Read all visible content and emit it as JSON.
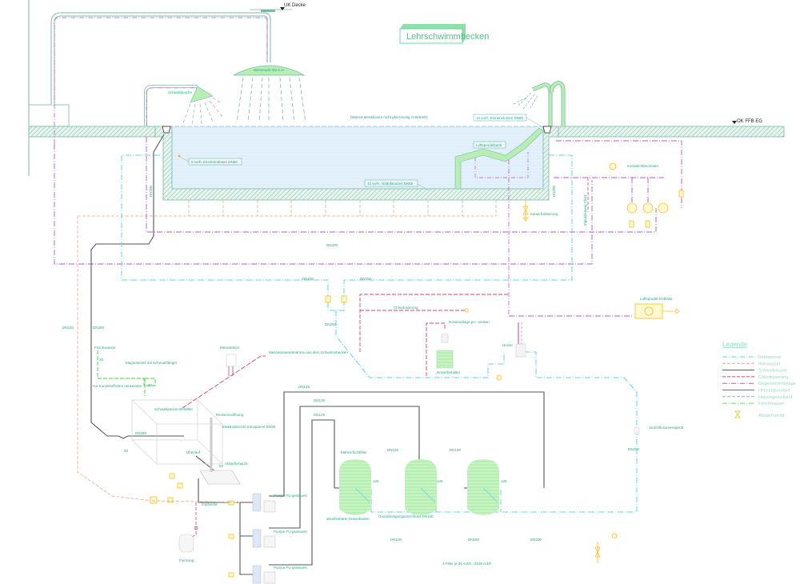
{
  "title": "Lehrschwimmbecken",
  "colors": {
    "reinwasser": "#5fd6e0",
    "rohwasser": "#e8a88a",
    "schwallwasser": "#555555",
    "chlordosierung": "#d6406e",
    "gegenstromanlage": "#b45ad0",
    "heizungsvorlauf": "#d83c8a",
    "heizungsruecklauf": "#6ab4e8",
    "frischwasser": "#6cd86c",
    "armatur": "#f0c020",
    "pool_water": "#e3f1fb",
    "concrete_hatch": "#7ab8a8",
    "equipment_green": "#b8eeb4",
    "label_text": "#2aa88a"
  },
  "levels": {
    "ceiling": "UK Decke",
    "floor": "OK FFB EG"
  },
  "pool": {
    "note": "(Wasserattraktionen nicht gleichzeitig in Betrieb)",
    "inlet_label": "9 vorh. Einströmdüsen DN50",
    "outlet_label": "10 vorh. Abläufstutzen DN65",
    "gutter_label": "10 vorh. Rinnenstutzen DN80",
    "bench_label": "Luftsprudelbank",
    "mushroom_label": "Wasserpilz Ø2,0 m",
    "neck_shower_label": "Schwalldusche",
    "channel_drain_label": "Kanal Entleerung"
  },
  "right_side": {
    "contact_manometer": "Kontakt Manometer",
    "impulse_line": "Impulsleitung Chlor",
    "air_blower": "Luftsprudel-Gebläse"
  },
  "pipe_sizes": {
    "dn200_top": "DN200",
    "dn200_left": "DN200",
    "dn200_right": "DN200",
    "dn150_a": "DN150",
    "dn150_b": "DN150",
    "dn150_left": "DN150",
    "dn250_left": "DN250",
    "dn200_mid": "DN200",
    "dn125_1": "DN125",
    "dn125_2": "DN125",
    "dn125_3": "DN125",
    "dn100_1": "DN100",
    "dn100_2": "DN100",
    "dn250_tank": "DN250",
    "dn100_bottom": "DN100",
    "dn150_bottom": "DN150",
    "dn200_bottom": "DN200",
    "dn200_vertical": "DN200"
  },
  "dosing": {
    "chlorination": "Chlordosierung",
    "ph_dosing": "Dosieranlage pH- senken",
    "dosing_tank": "Dosierbehälter",
    "heater": "Heizer"
  },
  "tank_area": {
    "fresh_water": "Frischwasser",
    "solenoid_valve": "Magnetventil mit Schmutzfänger",
    "plastic_pipe_note": "nur Kunststoffrohre verwenden",
    "size_25": "25",
    "size_20": "20",
    "size_50a": "50",
    "size_50b": "50",
    "size_50c": "50",
    "water_station": "Messstation",
    "sample_water": "Messwasserentnahme aus dem Schwimmbecken",
    "surge_tank": "Schwallwasser-Behälter",
    "inspection_opening": "Revisionsöffnung",
    "electrode_probe": "Elektrodenrohr transparent DN50",
    "overflow": "Überlauf",
    "drain_shaft": "Ablaufschacht",
    "flocculation": "Flockung",
    "injection_point": "Impfstelle"
  },
  "pumps": [
    {
      "label": "Pumpe FU-gesteuert"
    },
    {
      "label": "Pumpe FU-gesteuert"
    },
    {
      "label": "Pumpe FU-gesteuert"
    }
  ],
  "filters": {
    "multi_layer_filter": "Mehrschichtfilter",
    "removable_nozzles": "abnehmbarer Düsenboden",
    "backwash_connection": "Grundreinigungsanschluss DN150",
    "size_125a": "125",
    "size_125b": "125",
    "size_125c": "125",
    "capacity": "3 Filter je 36 m3/h =3108 m3/h"
  },
  "flow_meter": "Durchflussmessgerät",
  "legend": {
    "title": "Legende",
    "items": [
      {
        "label": "Reinwasser",
        "color": "#5fd6e0",
        "style": "dashdot"
      },
      {
        "label": "Rohwasser",
        "color": "#e8a88a",
        "style": "dashed"
      },
      {
        "label": "Schwallwasser",
        "color": "#555555",
        "style": "solid"
      },
      {
        "label": "Chlordosierung",
        "color": "#d6406e",
        "style": "dashed"
      },
      {
        "label": "Gegenstromanlage",
        "color": "#b45ad0",
        "style": "dashdot"
      },
      {
        "label": "Heizungsvorlauf",
        "color": "#d83c8a",
        "style": "solid"
      },
      {
        "label": "Heizungsrücklauf",
        "color": "#6ab4e8",
        "style": "dashed"
      },
      {
        "label": "Frischwasser",
        "color": "#6cd86c",
        "style": "dashdot"
      }
    ],
    "armature_label": "Absperrventil"
  }
}
